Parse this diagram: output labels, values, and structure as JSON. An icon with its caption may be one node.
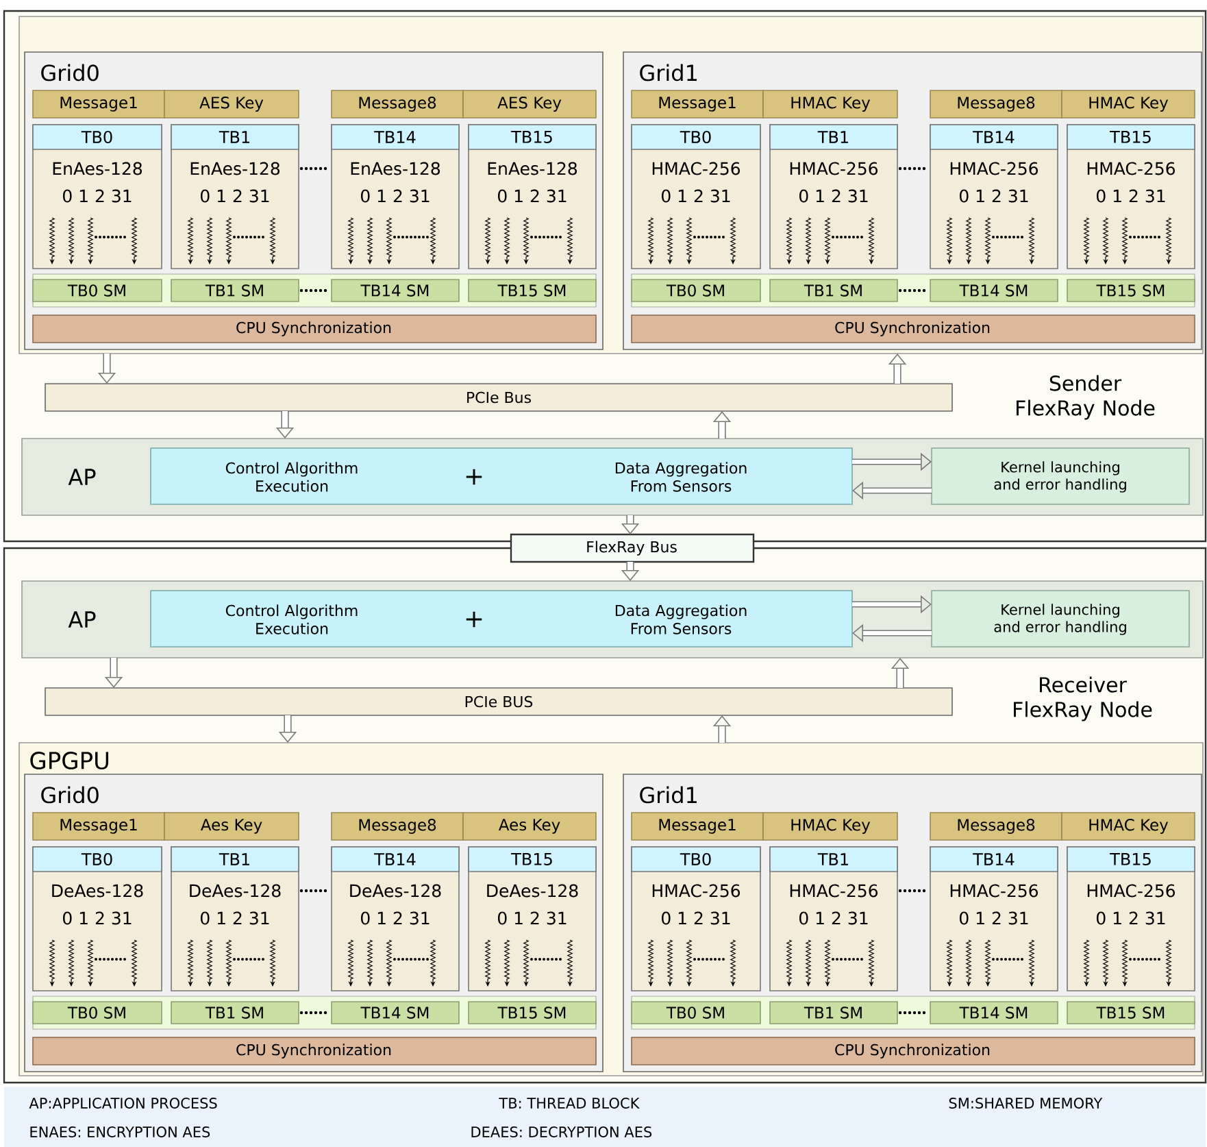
{
  "diagram": {
    "nodes": [
      {
        "text": [
          "Sender FlexRay Node"
        ]
      },
      {
        "text": [],
        "shape": "box",
        "in": 0
      },
      {
        "text": [
          "Grid0"
        ],
        "in": 1
      },
      {
        "text": [
          "Message1"
        ],
        "in": 2
      },
      {
        "text": [
          "AES Key"
        ],
        "in": 2
      },
      {
        "text": [
          "Message8"
        ],
        "in": 2
      },
      {
        "text": [
          "AES Key"
        ],
        "in": 2
      },
      {
        "text": [
          "TB0",
          "EnAes-128",
          "0 1 2 31"
        ],
        "in": 2
      },
      {
        "text": [
          "TB1",
          "EnAes-128",
          "0 1 2 31"
        ],
        "in": 2
      },
      {
        "text": [
          "TB14",
          "EnAes-128",
          "0 1 2 31"
        ],
        "in": 2
      },
      {
        "text": [
          "TB15",
          "EnAes-128",
          "0 1 2 31"
        ],
        "in": 2
      },
      {
        "text": [],
        "shape": "box",
        "in": 2
      },
      {
        "text": [
          "TB0 SM"
        ],
        "in": 11
      },
      {
        "text": [
          "TB1 SM"
        ],
        "in": 11
      },
      {
        "text": [
          "TB14 SM"
        ],
        "in": 11
      },
      {
        "text": [
          "TB15 SM"
        ],
        "in": 11
      },
      {
        "text": [
          "CPU Synchronization"
        ],
        "in": 2
      },
      {
        "text": [
          "Grid1"
        ],
        "in": 1
      },
      {
        "text": [
          "Message1"
        ],
        "in": 17
      },
      {
        "text": [
          "HMAC Key"
        ],
        "in": 17
      },
      {
        "text": [
          "Message8"
        ],
        "in": 17
      },
      {
        "text": [
          "HMAC Key"
        ],
        "in": 17
      },
      {
        "text": [
          "TB0",
          "HMAC-256",
          "0 1 2 31"
        ],
        "in": 17
      },
      {
        "text": [
          "TB1",
          "HMAC-256",
          "0 1 2 31"
        ],
        "in": 17
      },
      {
        "text": [
          "TB14",
          "HMAC-256",
          "0 1 2 31"
        ],
        "in": 17
      },
      {
        "text": [
          "TB15",
          "HMAC-256",
          "0 1 2 31"
        ],
        "in": 17
      },
      {
        "text": [],
        "shape": "box",
        "in": 17
      },
      {
        "text": [
          "TB0 SM"
        ],
        "in": 26
      },
      {
        "text": [
          "TB1 SM"
        ],
        "in": 26
      },
      {
        "text": [
          "TB14 SM"
        ],
        "in": 26
      },
      {
        "text": [
          "TB15 SM"
        ],
        "in": 26
      },
      {
        "text": [
          "CPU Synchronization"
        ],
        "in": 17
      },
      {
        "text": [
          "PCIe Bus"
        ],
        "in": 0
      },
      {
        "text": [
          "AP"
        ],
        "in": 0
      },
      {
        "text": [
          "Control Algorithm Execution",
          "+",
          "Data Aggregation From Sensors"
        ],
        "in": 33
      },
      {
        "text": [
          "Kernel launching and error handling"
        ],
        "in": 33
      },
      {
        "text": [
          "FlexRay Bus"
        ]
      },
      {
        "text": [
          "Receiver FlexRay Node"
        ]
      },
      {
        "text": [
          "AP"
        ],
        "in": 37
      },
      {
        "text": [
          "Control Algorithm Execution",
          "+",
          "Data Aggregation From Sensors"
        ],
        "in": 38
      },
      {
        "text": [
          "Kernel launching and error handling"
        ],
        "in": 38
      },
      {
        "text": [
          "PCIe BUS"
        ],
        "in": 37
      },
      {
        "text": [
          "GPGPU"
        ],
        "in": 37
      },
      {
        "text": [
          "Grid0"
        ],
        "in": 42
      },
      {
        "text": [
          "Message1"
        ],
        "in": 43
      },
      {
        "text": [
          "Aes Key"
        ],
        "in": 43
      },
      {
        "text": [
          "Message8"
        ],
        "in": 43
      },
      {
        "text": [
          "Aes Key"
        ],
        "in": 43
      },
      {
        "text": [
          "TB0",
          "DeAes-128",
          "0 1 2 31"
        ],
        "in": 43
      },
      {
        "text": [
          "TB1",
          "DeAes-128",
          "0 1 2 31"
        ],
        "in": 43
      },
      {
        "text": [
          "TB14",
          "DeAes-128",
          "0 1 2 31"
        ],
        "in": 43
      },
      {
        "text": [
          "TB15",
          "DeAes-128",
          "0 1 2 31"
        ],
        "in": 43
      },
      {
        "text": [],
        "shape": "box",
        "in": 43
      },
      {
        "text": [
          "TB0 SM"
        ],
        "in": 52
      },
      {
        "text": [
          "TB1 SM"
        ],
        "in": 52
      },
      {
        "text": [
          "TB14 SM"
        ],
        "in": 52
      },
      {
        "text": [
          "TB15 SM"
        ],
        "in": 52
      },
      {
        "text": [
          "CPU Synchronization"
        ],
        "in": 43
      },
      {
        "text": [
          "Grid1"
        ],
        "in": 42
      },
      {
        "text": [
          "Message1"
        ],
        "in": 58
      },
      {
        "text": [
          "HMAC Key"
        ],
        "in": 58
      },
      {
        "text": [
          "Message8"
        ],
        "in": 58
      },
      {
        "text": [
          "HMAC Key"
        ],
        "in": 58
      },
      {
        "text": [
          "TB0",
          "HMAC-256",
          "0 1 2 31"
        ],
        "in": 58
      },
      {
        "text": [
          "TB1",
          "HMAC-256",
          "0 1 2 31"
        ],
        "in": 58
      },
      {
        "text": [
          "TB14",
          "HMAC-256",
          "0 1 2 31"
        ],
        "in": 58
      },
      {
        "text": [
          "TB15",
          "HMAC-256",
          "0 1 2 31"
        ],
        "in": 58
      },
      {
        "text": [],
        "shape": "box",
        "in": 58
      },
      {
        "text": [
          "TB0 SM"
        ],
        "in": 67
      },
      {
        "text": [
          "TB1 SM"
        ],
        "in": 67
      },
      {
        "text": [
          "TB14 SM"
        ],
        "in": 67
      },
      {
        "text": [
          "TB15 SM"
        ],
        "in": 67
      },
      {
        "text": [
          "CPU Synchronization"
        ],
        "in": 58
      }
    ],
    "edges": [
      {
        "from": 1,
        "to": 32,
        "arrow": "to"
      },
      {
        "from": 32,
        "to": 1,
        "arrow": "to"
      },
      {
        "from": 32,
        "to": 33,
        "arrow": "to"
      },
      {
        "from": 33,
        "to": 32,
        "arrow": "to"
      },
      {
        "from": 34,
        "to": 35,
        "arrow": "to"
      },
      {
        "from": 35,
        "to": 34,
        "arrow": "to"
      },
      {
        "from": 33,
        "to": 36,
        "arrow": "to"
      },
      {
        "from": 36,
        "to": 38,
        "arrow": "to"
      },
      {
        "from": 39,
        "to": 40,
        "arrow": "to"
      },
      {
        "from": 40,
        "to": 39,
        "arrow": "to"
      },
      {
        "from": 38,
        "to": 41,
        "arrow": "to"
      },
      {
        "from": 41,
        "to": 38,
        "arrow": "to"
      },
      {
        "from": 41,
        "to": 42,
        "arrow": "to"
      },
      {
        "from": 42,
        "to": 41,
        "arrow": "to"
      }
    ],
    "labels": [
      "AP:APPLICATION PROCESS",
      "TB: THREAD BLOCK",
      "SM:SHARED MEMORY",
      "ENAES: ENCRYPTION AES",
      "DEAES: DECRYPTION AES"
    ]
  }
}
